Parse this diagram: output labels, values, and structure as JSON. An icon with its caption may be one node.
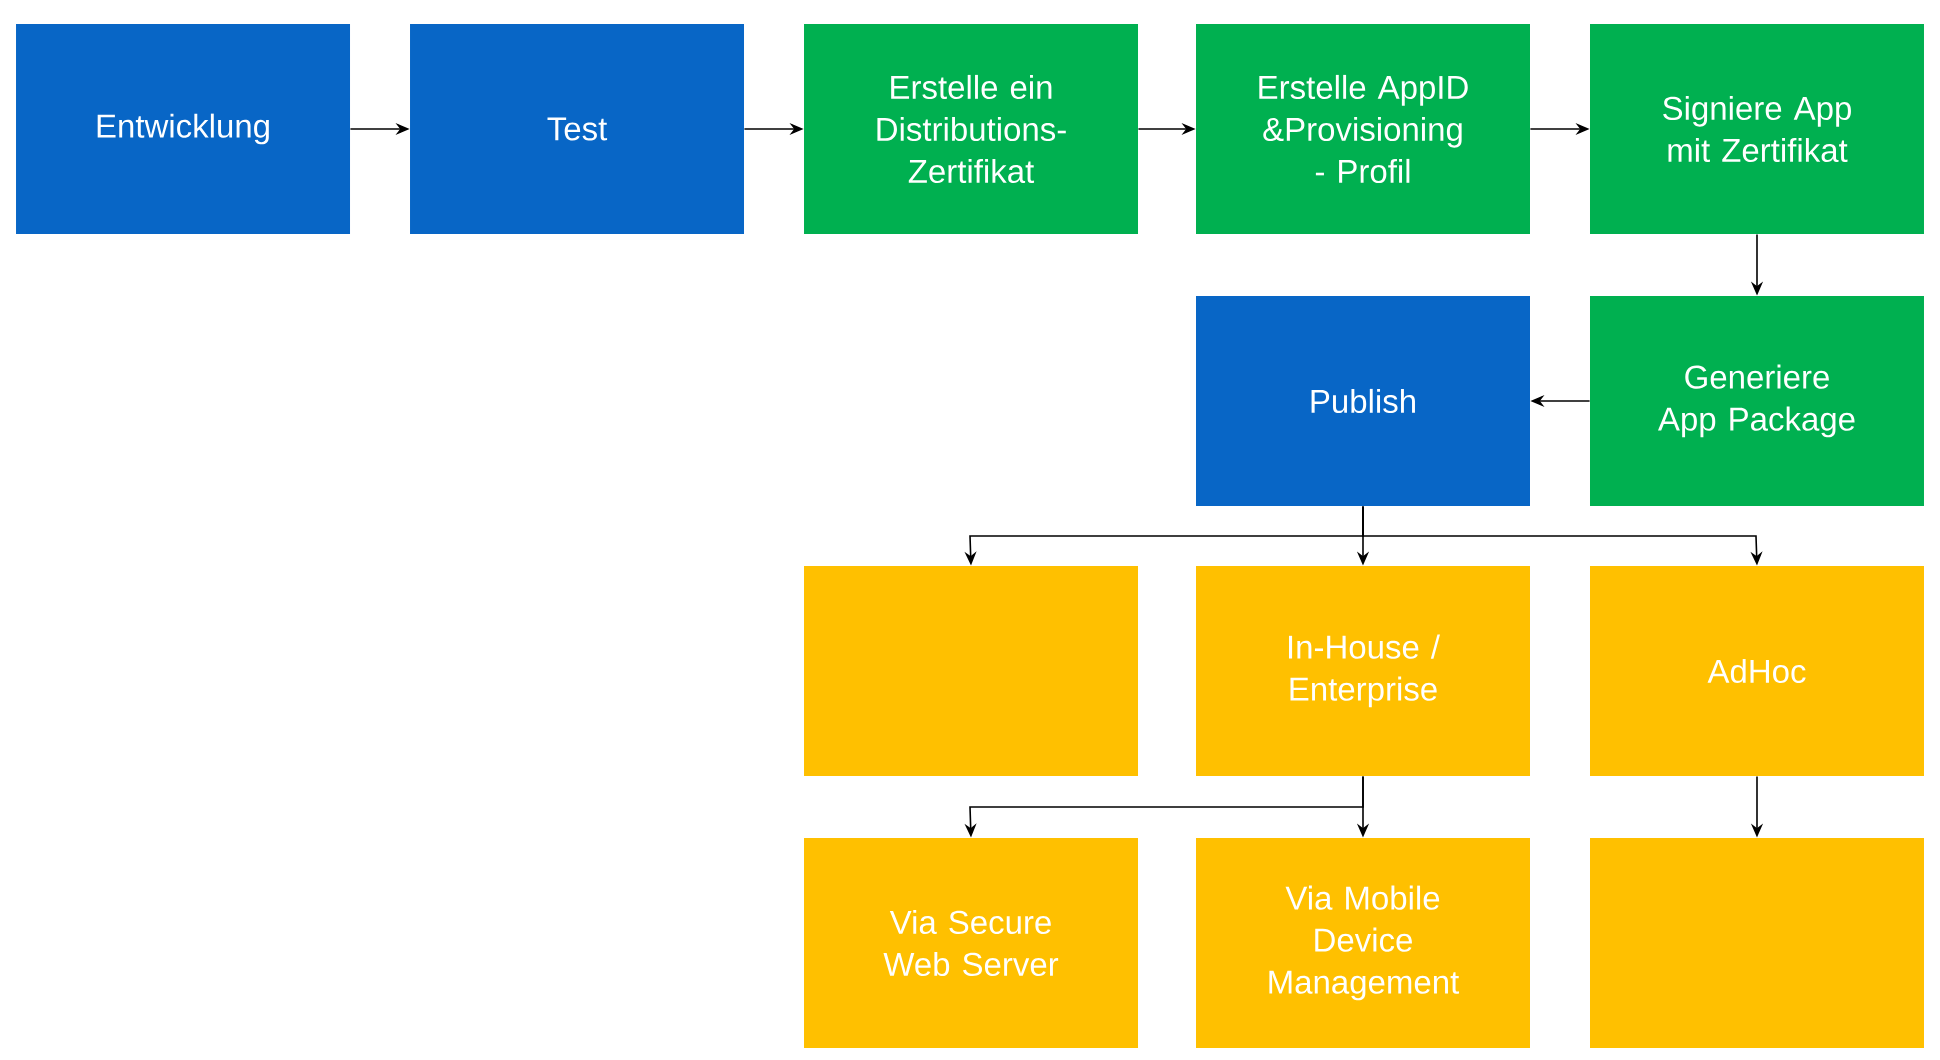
{
  "diagram": {
    "nodes": [
      {
        "text": [
          "Entwicklung"
        ]
      },
      {
        "text": [
          "Test"
        ]
      },
      {
        "text": [
          "Erstelle ein Distributions-Zertifikat"
        ]
      },
      {
        "text": [
          "Erstelle AppID &Provisioning - Profil"
        ]
      },
      {
        "text": [
          "Signiere App mit Zertifikat"
        ]
      },
      {
        "text": [
          "Publish"
        ]
      },
      {
        "text": [
          "Generiere App Package"
        ]
      },
      {
        "text": [],
        "shape": "box"
      },
      {
        "text": [
          "In-House / Enterprise"
        ]
      },
      {
        "text": [
          "AdHoc"
        ]
      },
      {
        "text": [
          "Via Secure Web Server"
        ]
      },
      {
        "text": [
          "Via Mobile Device Management"
        ]
      },
      {
        "text": [],
        "shape": "box"
      }
    ],
    "edges": [
      {
        "from": 0,
        "to": 1,
        "arrow": "to"
      },
      {
        "from": 1,
        "to": 2,
        "arrow": "to"
      },
      {
        "from": 2,
        "to": 3,
        "arrow": "to"
      },
      {
        "from": 3,
        "to": 4,
        "arrow": "to"
      },
      {
        "from": 4,
        "to": 6,
        "arrow": "to"
      },
      {
        "from": 6,
        "to": 5,
        "arrow": "to"
      },
      {
        "from": 5,
        "to": 7,
        "arrow": "to"
      },
      {
        "from": 5,
        "to": 8,
        "arrow": "to"
      },
      {
        "from": 5,
        "to": 9,
        "arrow": "to"
      },
      {
        "from": 8,
        "to": 10,
        "arrow": "to"
      },
      {
        "from": 8,
        "to": 11,
        "arrow": "to"
      },
      {
        "from": 9,
        "to": 12,
        "arrow": "to"
      }
    ]
  }
}
